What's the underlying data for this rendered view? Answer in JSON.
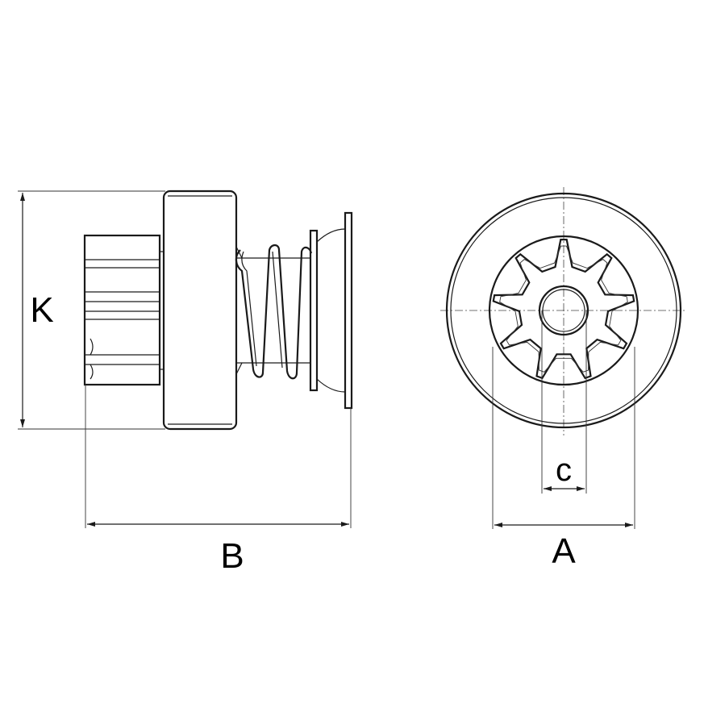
{
  "labels": {
    "k": "K",
    "b": "B",
    "a": "A",
    "c": "c"
  },
  "colors": {
    "line": "#1a1a1a",
    "background": "#ffffff"
  },
  "pinion": {
    "teeth": 9
  }
}
